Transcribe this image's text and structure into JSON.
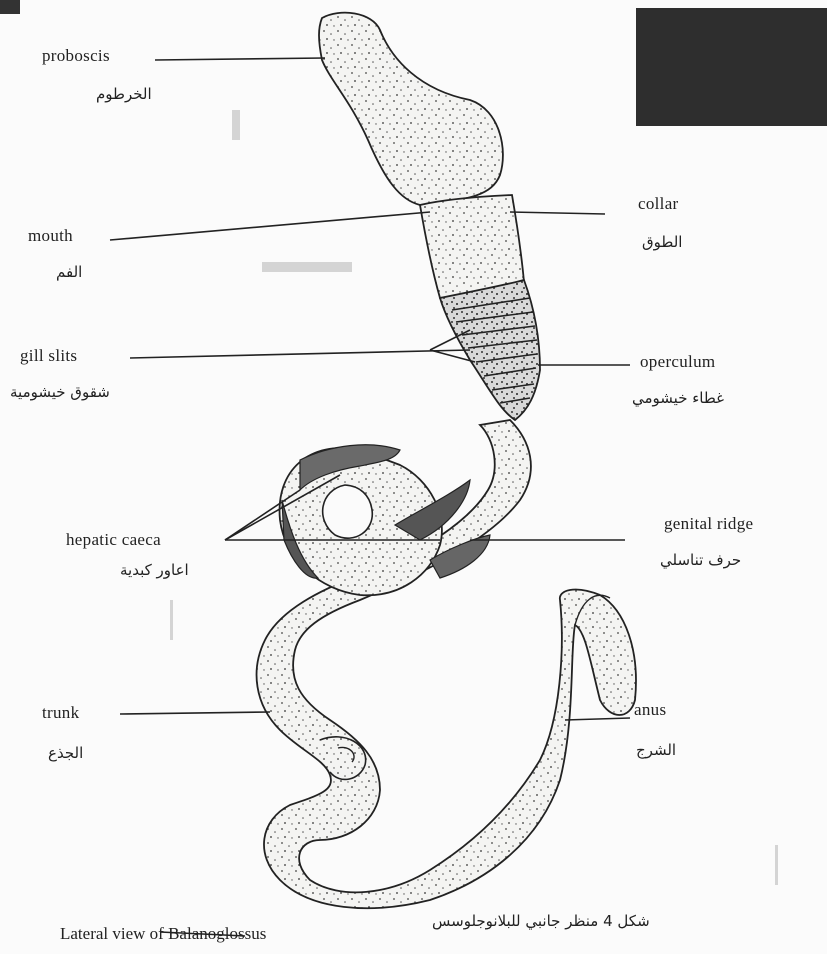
{
  "labels": {
    "proboscis": {
      "en": "proboscis",
      "ar": "الخرطوم"
    },
    "mouth": {
      "en": "mouth",
      "ar": "الفم"
    },
    "gill_slits": {
      "en": "gill slits",
      "ar": "شقوق خيشومية"
    },
    "hepatic_caeca": {
      "en": "hepatic caeca",
      "ar": "اعاور كبدية"
    },
    "trunk": {
      "en": "trunk",
      "ar": "الجذع"
    },
    "collar": {
      "en": "collar",
      "ar": "الطوق"
    },
    "operculum": {
      "en": "operculum",
      "ar": "غطاء خيشومي"
    },
    "genital_ridge": {
      "en": "genital ridge",
      "ar": "حرف تناسلي"
    },
    "anus": {
      "en": "anus",
      "ar": "الشرج"
    }
  },
  "caption": {
    "en": "Lateral view of Balanoglossus",
    "ar": "شكل 4 منظر جانبي للبلانوجلوسس"
  }
}
